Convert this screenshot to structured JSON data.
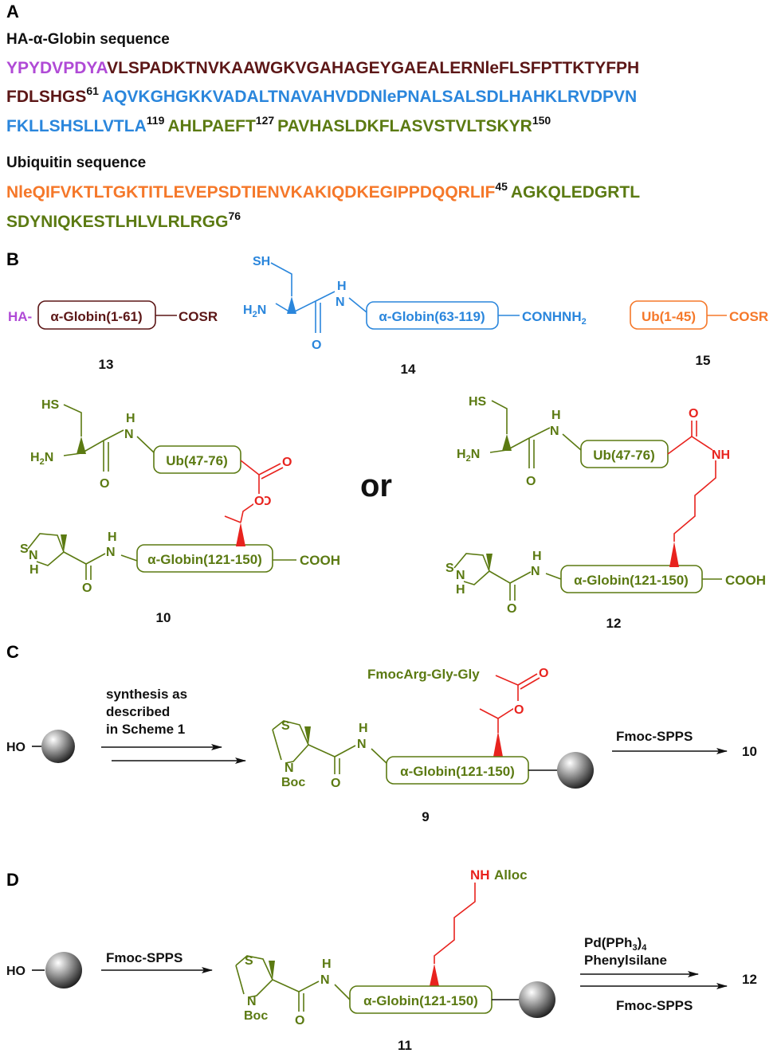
{
  "colors": {
    "purple": "#b04ad6",
    "maroon": "#5c1717",
    "blue": "#2a86dc",
    "green": "#5b7a12",
    "orange": "#f5782a",
    "red": "#e8231e",
    "black": "#111111"
  },
  "panelA": {
    "label": "A",
    "globin_title": "HA-α-Globin sequence",
    "globin_line1_tag": "YPYDVPDYA",
    "globin_line1_rest": "VLSPADKTNVKAAWGKVGAHAGEYGAEALERNleFLSFPTTKTYFPH",
    "globin_line2_maroon": "FDLSHGS",
    "globin_line2_num": "61",
    "globin_line2_blue": "AQVKGHGKKVADALTNAVAHVDDNlePNALSALSDLHAHKLRVDPVN",
    "globin_line3_blue": "FKLLSHSLLVTLA",
    "globin_line3_num1": "119",
    "globin_line3_green1": "AHLPAEFT",
    "globin_line3_num2": "127",
    "globin_line3_green2": "PAVHASLDKFLASVSTVLTSKYR",
    "globin_line3_num3": "150",
    "ub_title": "Ubiquitin sequence",
    "ub_line1_orange": "NleQIFVKTLTGKTITLEVEPSDTIENVKAKIQDKEGIPPDQQRLIF",
    "ub_line1_num": "45",
    "ub_line1_green": "AGKQLEDGRTL",
    "ub_line2_green": "SDYNIQKESTLHLVLRLRGG",
    "ub_line2_num": "76"
  },
  "panelB": {
    "label": "B",
    "c13": {
      "prefix": "HA-",
      "box": "α-Globin(1-61)",
      "cterm": "COSR",
      "number": "13"
    },
    "c14": {
      "sh": "SH",
      "h2n": "H",
      "h2n_sub": "2",
      "h2n_n": "N",
      "nh": "H",
      "nh_n": "N",
      "o": "O",
      "box": "α-Globin(63-119)",
      "cterm": "CONHNH",
      "cterm_sub": "2",
      "number": "14"
    },
    "c15": {
      "box": "Ub(1-45)",
      "cterm": "COSR",
      "number": "15"
    },
    "c10": {
      "sh": "HS",
      "h2n": "H",
      "h2n_sub": "2",
      "h2n_n": "N",
      "h": "H",
      "n": "N",
      "o": "O",
      "ub_box": "Ub(47-76)",
      "ester_o1": "O",
      "ester_o2": "O",
      "thz_s": "S",
      "thz_n": "N",
      "thz_h": "H",
      "nh_h": "H",
      "nh_n": "N",
      "o2": "O",
      "globin_box": "α-Globin(121-150)",
      "cterm": "COOH",
      "number": "10"
    },
    "or": "or",
    "c12": {
      "sh": "HS",
      "h2n": "H",
      "h2n_sub": "2",
      "h2n_n": "N",
      "h": "H",
      "n": "N",
      "o": "O",
      "ub_box": "Ub(47-76)",
      "amide_o": "O",
      "amide_nh": "NH",
      "thz_s": "S",
      "thz_n": "N",
      "thz_h": "H",
      "nh_h": "H",
      "nh_n": "N",
      "o2": "O",
      "globin_box": "α-Globin(121-150)",
      "cterm": "COOH",
      "number": "12"
    }
  },
  "panelC": {
    "label": "C",
    "ho": "HO",
    "step1_line1": "synthesis as",
    "step1_line2": "described",
    "step1_line3": "in Scheme 1",
    "peptide": "FmocArg-Gly-Gly",
    "ester_o1": "O",
    "ester_o2": "O",
    "thz_s": "S",
    "thz_n": "N",
    "boc": "Boc",
    "nh_h": "H",
    "nh_n": "N",
    "o": "O",
    "globin_box": "α-Globin(121-150)",
    "compound": "9",
    "step2": "Fmoc-SPPS",
    "product": "10"
  },
  "panelD": {
    "label": "D",
    "ho": "HO",
    "step1": "Fmoc-SPPS",
    "nh": "NH",
    "alloc": "Alloc",
    "thz_s": "S",
    "thz_n": "N",
    "boc": "Boc",
    "nh_h": "H",
    "nh_n": "N",
    "o": "O",
    "globin_box": "α-Globin(121-150)",
    "compound": "11",
    "reagent_pd": "Pd(PPh",
    "reagent_pd_sub": "3",
    "reagent_pd_close": ")",
    "reagent_pd_sub2": "4",
    "reagent2": "Phenylsilane",
    "step2": "Fmoc-SPPS",
    "product": "12"
  }
}
